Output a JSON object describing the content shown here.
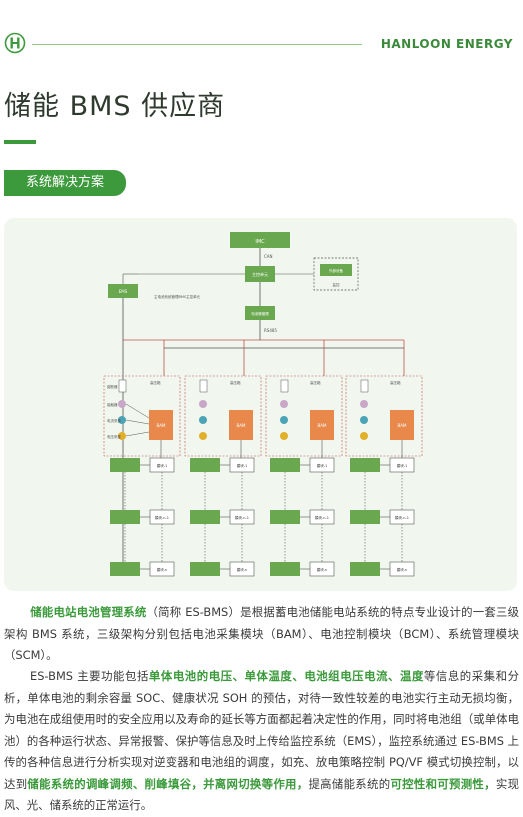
{
  "header": {
    "brand": "HANLOON ENERGY",
    "logo_icon": "h-logo-icon"
  },
  "page_title": "储能 BMS 供应商",
  "section_tag": "系统解决方案",
  "colors": {
    "accent": "#3c9a3c",
    "panel_bg": "#f1f7ee",
    "orange": "#e8884a",
    "green_box": "#6aa84f"
  },
  "diagram": {
    "top": "IMC",
    "link_can": "CAN",
    "scm": "主控单元",
    "ems": "EMS",
    "external": "外部设备",
    "monitor": "监控",
    "bcm": "电池簇管理",
    "rs485": "RS485",
    "note": "主电池系统管理BMS主控单元",
    "hv_label": "高压箱",
    "bam": "BAM",
    "module1": "模块-1",
    "module_n1": "模块-n-1",
    "module_n": "模块-n",
    "cell_monitor": "电池监测",
    "cell_module": "电池模组",
    "left_labels": [
      "熔断器",
      "接触器",
      "电流采集",
      "电压采集"
    ]
  },
  "p1": {
    "h1": "储能电站电池管理系统",
    "t1": "（简称 ES-BMS）是根据蓄电池储能电站系统的特点专业设计的一套三级架构 BMS 系统，三级架构分别包括电池采集模块（BAM）、电池控制模块（BCM）、系统管理模块（SCM）。"
  },
  "p2": {
    "t1": "ES-BMS 主要功能包括",
    "h1": "单体电池的电压、单体温度、电池组电压电流、温度",
    "t2": "等信息的采集和分析，单体电池的剩余容量 SOC、健康状况 SOH 的预估，对待一致性较差的电池实行主动无损均衡，为电池在成组使用时的安全应用以及寿命的延长等方面都起着决定性的作用，同时将电池组（或单体电池）的各种运行状态、异常报警、保护等信息及时上传给监控系统（EMS），监控系统通过 ES-BMS 上传的各种信息进行分析实现对逆变器和电池组的调度，如充、放电策略控制 PQ/VF 模式切换控制，以达到",
    "h2": "储能系统的调峰调频、削峰填谷，并离网切换等作用，",
    "t3": "提高储能系统的",
    "h3": "可控性和可预测性，",
    "t4": "实现风、光、储系统的正常运行。"
  }
}
